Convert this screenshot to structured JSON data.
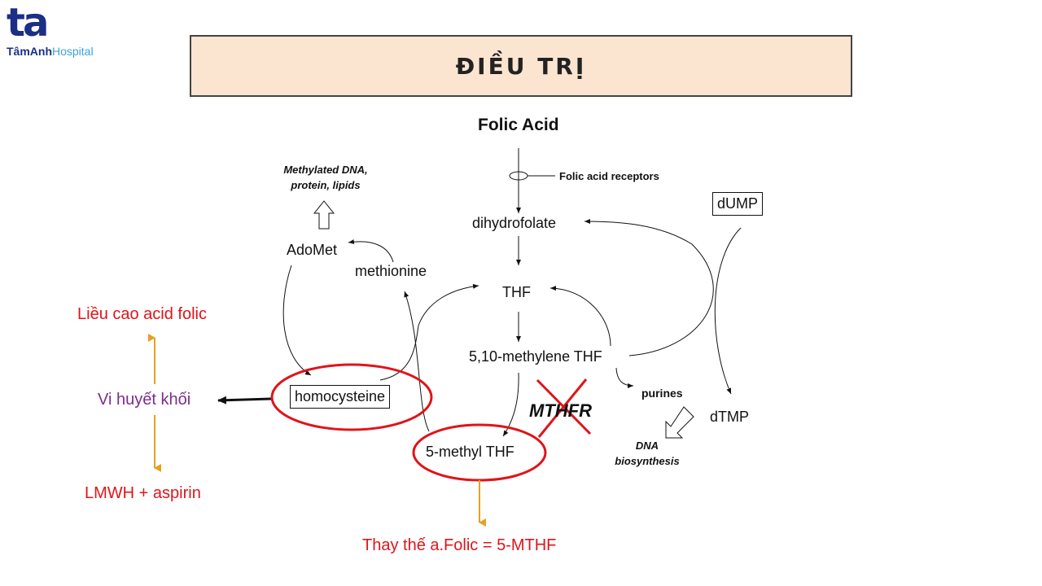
{
  "logo": {
    "mark": "ta",
    "name_bold": "TâmAnh",
    "name_light": "Hospital"
  },
  "title": "ĐIỀU TRỊ",
  "pathway": {
    "folic_acid": "Folic Acid",
    "receptors": "Folic acid receptors",
    "dihydrofolate": "dihydrofolate",
    "thf": "THF",
    "methylene_thf": "5,10-methylene THF",
    "methyl_thf": "5-methyl THF",
    "mthfr": "MTHFR",
    "purines": "purines",
    "dna_biosynthesis": [
      "DNA",
      "biosynthesis"
    ],
    "dump": "dUMP",
    "dtmp": "dTMP",
    "adomet": "AdoMet",
    "methionine": "methionine",
    "homocysteine": "homocysteine",
    "methylated": [
      "Methylated DNA,",
      "protein, lipids"
    ]
  },
  "treatment": {
    "high_dose": "Liều cao acid folic",
    "microthrombosis": "Vi huyết khối",
    "lmwh": "LMWH + aspirin",
    "replace": "Thay thế a.Folic = 5-MTHF"
  },
  "colors": {
    "red": "#e0141a",
    "orange": "#e8a020",
    "purple": "#7b2d8b",
    "brand": "#1b2f86"
  }
}
